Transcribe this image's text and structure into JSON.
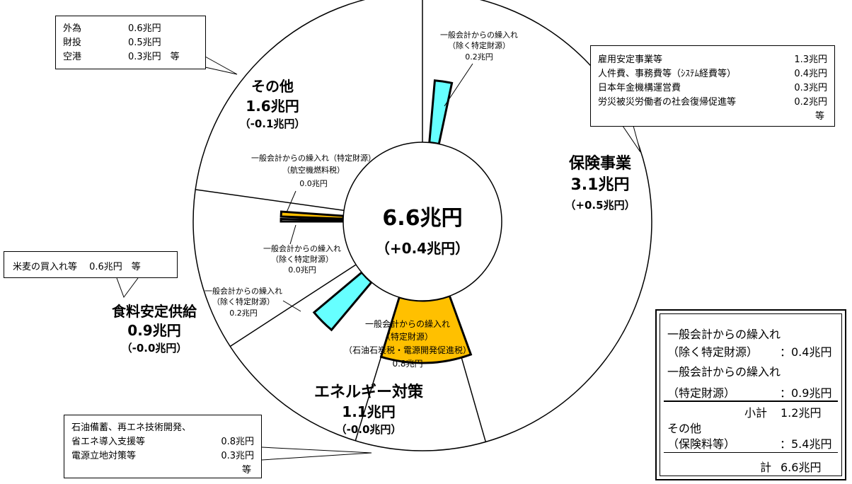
{
  "chart_data": {
    "type": "pie",
    "center_total": "6.6兆円",
    "center_change": "（+0.4兆円）",
    "outer_segments": [
      {
        "name": "保険事業",
        "value": 3.1,
        "label_value": "3.1兆円",
        "change": "（+0.5兆円）"
      },
      {
        "name": "エネルギー対策",
        "value": 1.1,
        "label_value": "1.1兆円",
        "change": "（-0.0兆円）"
      },
      {
        "name": "食料安定供給",
        "value": 0.9,
        "label_value": "0.9兆円",
        "change": "（-0.0兆円）"
      },
      {
        "name": "その他",
        "value": 1.6,
        "label_value": "1.6兆円",
        "change": "（-0.1兆円）"
      }
    ],
    "inner_segments": [
      {
        "segment": "保険事業",
        "lines": [
          "一般会計からの繰入れ",
          "（除く特定財源）",
          "0.2兆円"
        ],
        "value": 0.2,
        "color": "#66ffff"
      },
      {
        "segment": "エネルギー対策",
        "lines": [
          "一般会計からの繰入れ",
          "（特定財源）",
          "（石油石炭税・電源開発促進税）",
          "0.8兆円"
        ],
        "value": 0.8,
        "color": "#ffc000"
      },
      {
        "segment": "食料安定供給",
        "lines": [
          "一般会計からの繰入れ",
          "（除く特定財源）",
          "0.2兆円"
        ],
        "value": 0.2,
        "color": "#66ffff"
      },
      {
        "segment": "その他",
        "lines": [
          "一般会計からの繰入れ",
          "（除く特定財源）",
          "0.0兆円"
        ],
        "value": 0.0,
        "color": "#ffffff"
      },
      {
        "segment": "その他",
        "lines": [
          "一般会計からの繰入れ（特定財源）",
          "（航空機燃料税）",
          "0.0兆円"
        ],
        "value": 0.0,
        "color": "#ffc000"
      }
    ],
    "colors": {
      "cyan": "#66ffff",
      "orange": "#ffc000"
    }
  },
  "callouts": {
    "sonota": [
      {
        "name": "外為",
        "value": "0.6兆円"
      },
      {
        "name": "財投",
        "value": "0.5兆円"
      },
      {
        "name": "空港",
        "value": "0.3兆円　等"
      }
    ],
    "hoken": [
      {
        "name": "雇用安定事業等",
        "value": "1.3兆円"
      },
      {
        "name": "人件費、事務費等（ｼｽﾃﾑ経費等）",
        "value": "0.4兆円"
      },
      {
        "name": "日本年金機構運営費",
        "value": "0.3兆円"
      },
      {
        "name": "労災被災労働者の社会復帰促進等",
        "value": "0.2兆円"
      }
    ],
    "hoken_suffix": "等",
    "shokuryo": "米麦の買入れ等　 0.6兆円　等",
    "energy": {
      "line1": "石油備蓄、再エネ技術開発、",
      "line2_name": "省エネ導入支援等",
      "line2_value": "0.8兆円",
      "line3_name": "電源立地対策等",
      "line3_value": "0.3兆円",
      "suffix": "等"
    }
  },
  "summary": {
    "line1": "一般会計からの繰入れ",
    "line2_name": "（除く特定財源）",
    "line2_value": "：0.4兆円",
    "line3": "一般会計からの繰入れ",
    "line4_name": "（特定財源）",
    "line4_value": "：0.9兆円",
    "subtotal_label": "小計",
    "subtotal_value": "1.2兆円",
    "line5": "その他",
    "line6_name": "（保険料等）",
    "line6_value": "：5.4兆円",
    "total_label": "計",
    "total_value": "6.6兆円"
  }
}
